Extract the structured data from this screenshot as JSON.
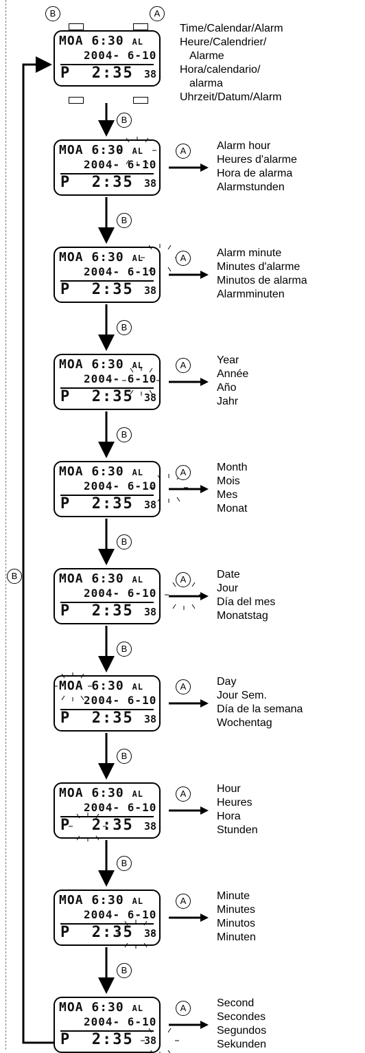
{
  "buttons": {
    "a": "A",
    "b": "B"
  },
  "display": {
    "day": "MO",
    "alarm_mark": "A",
    "alarm_time": "6:30",
    "alarm_flag": "AL",
    "date": "2004- 6-10",
    "ampm": "P",
    "time": "2:35",
    "seconds": "38"
  },
  "top_mode": {
    "lines": [
      "Time/Calendar/Alarm",
      "Heure/Calendrier/",
      "Alarme",
      "Hora/calendario/",
      "alarma",
      "Uhrzeit/Datum/Alarm"
    ]
  },
  "steps": [
    {
      "flash": "alarm-hour",
      "lines": [
        "Alarm hour",
        "Heures d'alarme",
        "Hora de alarma",
        "Alarmstunden"
      ]
    },
    {
      "flash": "alarm-minute",
      "lines": [
        "Alarm minute",
        "Minutes d'alarme",
        "Minutos de alarma",
        "Alarmminuten"
      ]
    },
    {
      "flash": "year",
      "lines": [
        "Year",
        "Année",
        "Año",
        "Jahr"
      ]
    },
    {
      "flash": "month",
      "lines": [
        "Month",
        "Mois",
        "Mes",
        "Monat"
      ]
    },
    {
      "flash": "date",
      "lines": [
        "Date",
        "Jour",
        "Día del mes",
        "Monatstag"
      ]
    },
    {
      "flash": "day",
      "lines": [
        "Day",
        "Jour Sem.",
        "Día de la semana",
        "Wochentag"
      ]
    },
    {
      "flash": "hour",
      "lines": [
        "Hour",
        "Heures",
        "Hora",
        "Stunden"
      ]
    },
    {
      "flash": "minute",
      "lines": [
        "Minute",
        "Minutes",
        "Minutos",
        "Minuten"
      ]
    },
    {
      "flash": "second",
      "lines": [
        "Second",
        "Secondes",
        "Segundos",
        "Sekunden"
      ]
    }
  ],
  "loop_button": "B"
}
